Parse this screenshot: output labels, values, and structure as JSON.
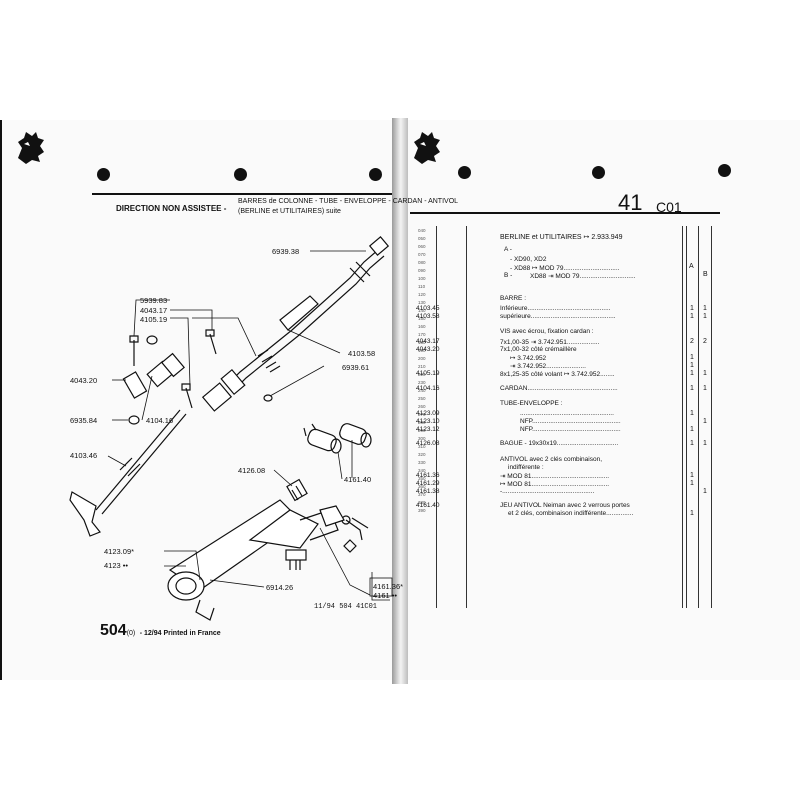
{
  "header": {
    "section_title": "DIRECTION NON ASSISTEE -",
    "subtitle_line1": "BARRES de COLONNE - TUBE - ENVELOPPE - CARDAN - ANTIVOL",
    "subtitle_line2": "(BERLINE et UTILITAIRES) suite",
    "page_number": "41",
    "page_code": "C01"
  },
  "left_page": {
    "labels": {
      "l693938": "6939.38",
      "l593983": "5939.83",
      "l404317": "4043.17",
      "l410519": "4105.19",
      "l404320": "4043.20",
      "l693584": "6935.84",
      "l410416": "4104.16",
      "l410358": "4103.58",
      "l693961": "6939.61",
      "l410346": "4103.46",
      "l412608": "4126.08",
      "l416140": "4161.40",
      "l412309": "4123.09*",
      "l4123": "4123 ••",
      "l691426": "6914.26",
      "l416136": "4161.36*",
      "l4161": "4161 ••"
    },
    "diagram_code": "11/94 504 41C01",
    "footer_model": "504",
    "footer_model_suffix": "(0)",
    "footer_text": "- 12/94 Printed in France"
  },
  "right_page": {
    "row_numbers": [
      "040",
      "050",
      "060",
      "070",
      "080",
      "090",
      "100",
      "110",
      "120",
      "130",
      "140",
      "150",
      "160",
      "170",
      "180",
      "190",
      "200",
      "210",
      "220",
      "230",
      "240",
      "250",
      "260",
      "270",
      "280",
      "290",
      "300",
      "310",
      "320",
      "330",
      "340",
      "350",
      "360",
      "370",
      "380",
      "390"
    ],
    "lines": {
      "berline": "BERLINE et UTILITAIRES ↦ 2.933.949",
      "engine_a_prefix": "A -",
      "xd90": "- XD90, XD2",
      "xd88_a": "- XD88 ↦ MOD 79...............................",
      "a_col": "A",
      "engine_b_prefix": "B -",
      "xd88_b": "XD88 ⇥ MOD 79...............................",
      "b_col": "B",
      "barre": "BARRE :",
      "ref_410345": "4103.45",
      "inferieure": "Inférieure..............................................",
      "ref_410358": "4103.58",
      "superieure": "supérieure...............................................",
      "vis": "VIS avec écrou, fixation cardan :",
      "ref_404317": "4043.17",
      "vis1": "7x1,00-35 ⇥ 3.742.951..................",
      "ref_404320": "4043.20",
      "vis2": "7x1,00-32 côté crémaillère",
      "vis2b": "↦ 3.742.952",
      "vis2c": "⇥ 3.742.952......................",
      "ref_410519": "4105.19",
      "vis3": "8x1,25-35 côté volant ↦ 3.742.952........",
      "ref_410416": "4104.16",
      "cardan": "CARDAN..................................................",
      "tube": "TUBE-ENVELOPPE :",
      "ref_412309": "4123.09",
      "tube1": "....................................................",
      "ref_412310": "4123.10",
      "tube2": "NFP.................................................",
      "ref_412312": "4123.12",
      "tube3": "NFP.................................................",
      "ref_412608": "4126.08",
      "bague": "BAGUE - 19x30x19..................................",
      "antivol": "ANTIVOL avec 2 clés combinaison,",
      "antivol2": "indifférente :",
      "ref_416136": "4161.36",
      "mod81a": "⇥ MOD 81...........................................",
      "ref_416129": "4161.29",
      "mod81b": "↦ MOD 81...........................................",
      "ref_416138": "4161.38",
      "dash": "-...................................................",
      "ref_416140": "4161.40",
      "jeu": "JEU ANTIVOL Neiman avec 2 verrous portes",
      "jeu2": "et 2 clés, combinaison indifférente..............."
    },
    "qty": {
      "r1": "1",
      "r2": "1",
      "r3": "2",
      "r4": "2",
      "r5": "1",
      "r6": "1"
    }
  }
}
